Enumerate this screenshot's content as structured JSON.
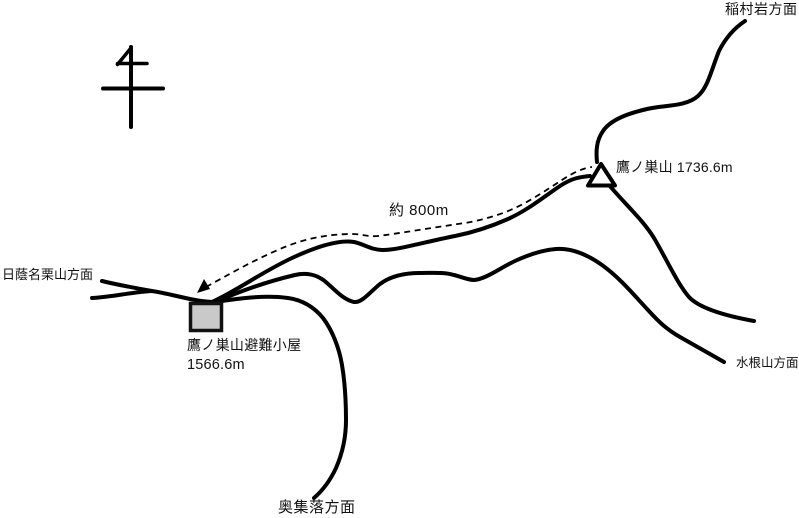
{
  "map": {
    "description": "hand-drawn trail map",
    "labels": {
      "inamuraiwa_direction": "稲村岩方面",
      "takanosu_peak": "鷹ノ巣山 1736.6m",
      "trail_distance": "約 800m",
      "hikage_naguri_direction": "日蔭名栗山方面",
      "hut_name": "鷹ノ巣山避難小屋",
      "hut_elevation": "1566.6m",
      "mizune_direction": "水根山方面",
      "oku_village_direction": "奥集落方面"
    },
    "markers": {
      "peak_marker": "triangle-survey-marker",
      "hut_marker": "gray-square-hut",
      "route_arrow": "arrowhead",
      "compass": "north-arrow"
    },
    "colors": {
      "line": "#000000",
      "hut_fill": "#c9c9c9",
      "background": "#ffffff"
    }
  }
}
